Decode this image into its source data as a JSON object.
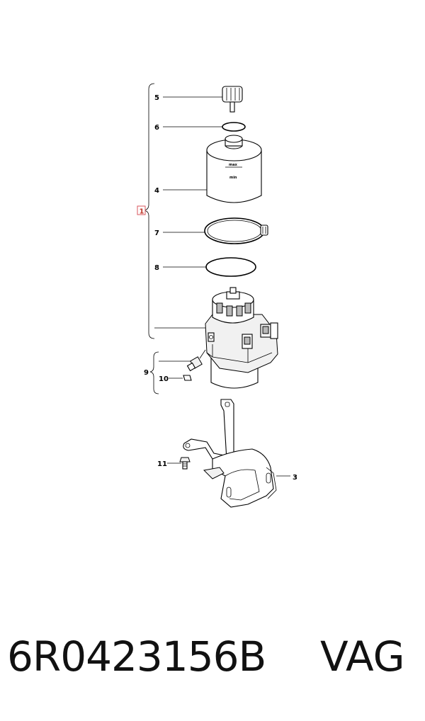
{
  "diagram": {
    "callouts": {
      "c1": "1",
      "c3": "3",
      "c4": "4",
      "c5": "5",
      "c6": "6",
      "c7": "7",
      "c8": "8",
      "c9": "9",
      "c10": "10",
      "c11": "11"
    },
    "reservoir_markings": {
      "max": "max",
      "min": "min"
    }
  },
  "caption": {
    "part_number": "6R0423156B",
    "brand": "VAG"
  }
}
